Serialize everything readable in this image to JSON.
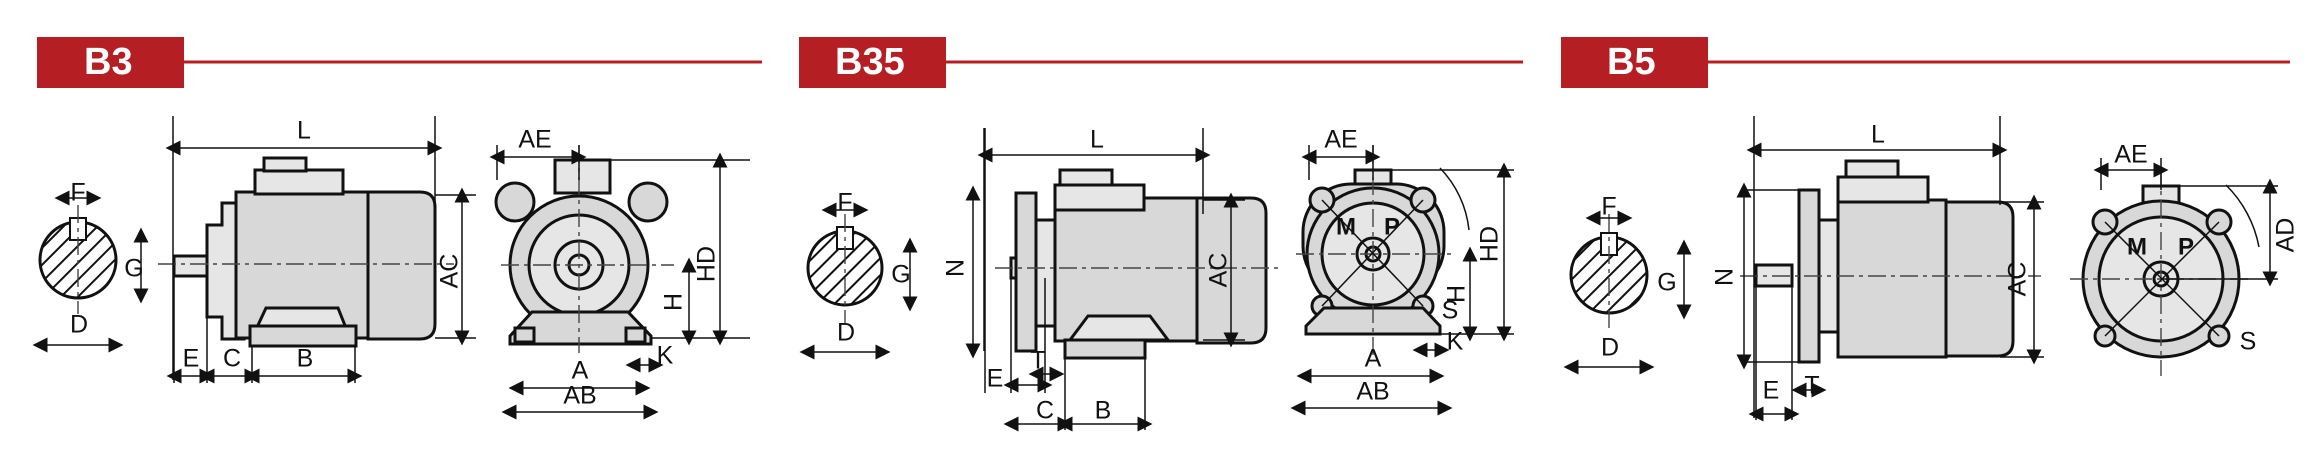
{
  "sections": [
    {
      "label": "B3",
      "labels": {
        "L": "L",
        "AE": "AE",
        "F": "F",
        "G": "G",
        "D": "D",
        "AC": "AC",
        "HD": "HD",
        "H": "H",
        "E": "E",
        "C": "C",
        "B": "B",
        "A": "A",
        "AB": "AB",
        "K": "K"
      }
    },
    {
      "label": "B35",
      "labels": {
        "L": "L",
        "AE": "AE",
        "F": "F",
        "G": "G",
        "D": "D",
        "N": "N",
        "AC": "AC",
        "HD": "HD",
        "H": "H",
        "E": "E",
        "T": "T",
        "C": "C",
        "B": "B",
        "A": "A",
        "AB": "AB",
        "K": "K",
        "M": "M",
        "P": "P",
        "S": "S"
      }
    },
    {
      "label": "B5",
      "labels": {
        "L": "L",
        "AE": "AE",
        "F": "F",
        "G": "G",
        "D": "D",
        "N": "N",
        "AC": "AC",
        "AD": "AD",
        "E": "E",
        "T": "T",
        "M": "M",
        "P": "P",
        "S": "S"
      }
    }
  ],
  "colors": {
    "accent": "#b51f24",
    "line": "#111111",
    "body": "#d8d8d8",
    "light": "#e6e6e6"
  }
}
